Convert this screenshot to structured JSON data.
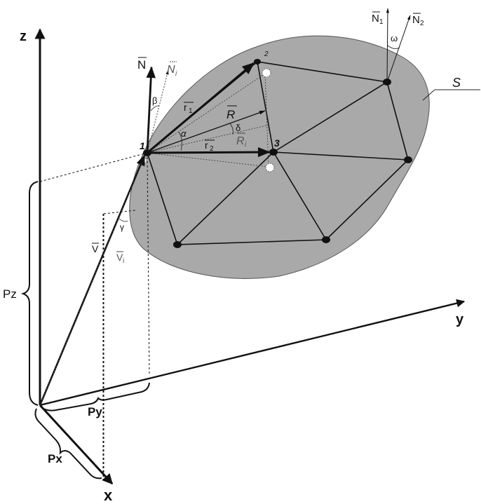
{
  "colors": {
    "surface_fill": "#a9a9a9",
    "surface_stroke": "#555555",
    "ink": "#111111",
    "ghost_node": "#ffffff"
  },
  "axes": {
    "z": "z",
    "y": "y",
    "x": "x"
  },
  "projections": {
    "pz": "Pz",
    "py": "Py",
    "px": "Px"
  },
  "surface": {
    "name": "S"
  },
  "nodes": {
    "n1": "1",
    "n2": "2",
    "n3": "3"
  },
  "vectors": {
    "normal": "N",
    "normal_i": "N",
    "normal_i_sub": "i",
    "r1": "r",
    "r1_sub": "1",
    "r2": "r",
    "r2_sub": "2",
    "R": "R",
    "R_i": "R",
    "R_i_sub": "i",
    "V": "V",
    "V_i": "V",
    "V_i_sub": "i",
    "N1": "N",
    "N1_sub": "1",
    "N2": "N",
    "N2_sub": "2"
  },
  "angles": {
    "alpha": "α",
    "beta": "β",
    "gamma": "γ",
    "delta": "δ",
    "omega": "ω"
  }
}
